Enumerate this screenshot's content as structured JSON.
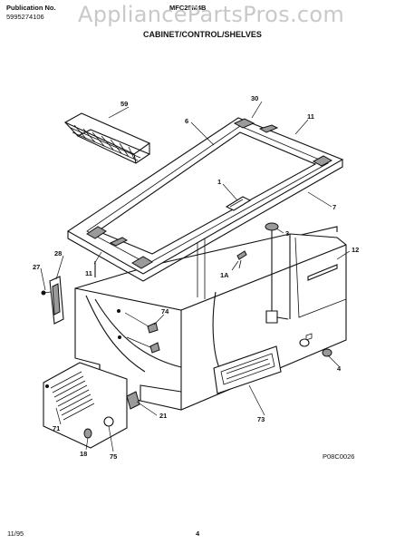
{
  "header": {
    "pub_label": "Publication No.",
    "pub_number": "5995274106",
    "model": "MFC25M4B",
    "title": "CABINET/CONTROL/SHELVES"
  },
  "watermark": "AppliancePartsPros.com",
  "callouts": {
    "c59": "59",
    "c30": "30",
    "c6": "6",
    "c11a": "11",
    "c1": "1",
    "c7": "7",
    "c3": "3",
    "c12": "12",
    "c28": "28",
    "c27": "27",
    "c11b": "11",
    "c1a": "1A",
    "c74": "74",
    "c4": "4",
    "c71": "71",
    "c21": "21",
    "c73": "73",
    "c18": "18",
    "c75": "75"
  },
  "footer": {
    "diagram_code": "P08C0026",
    "date": "11/95",
    "page": "4"
  }
}
